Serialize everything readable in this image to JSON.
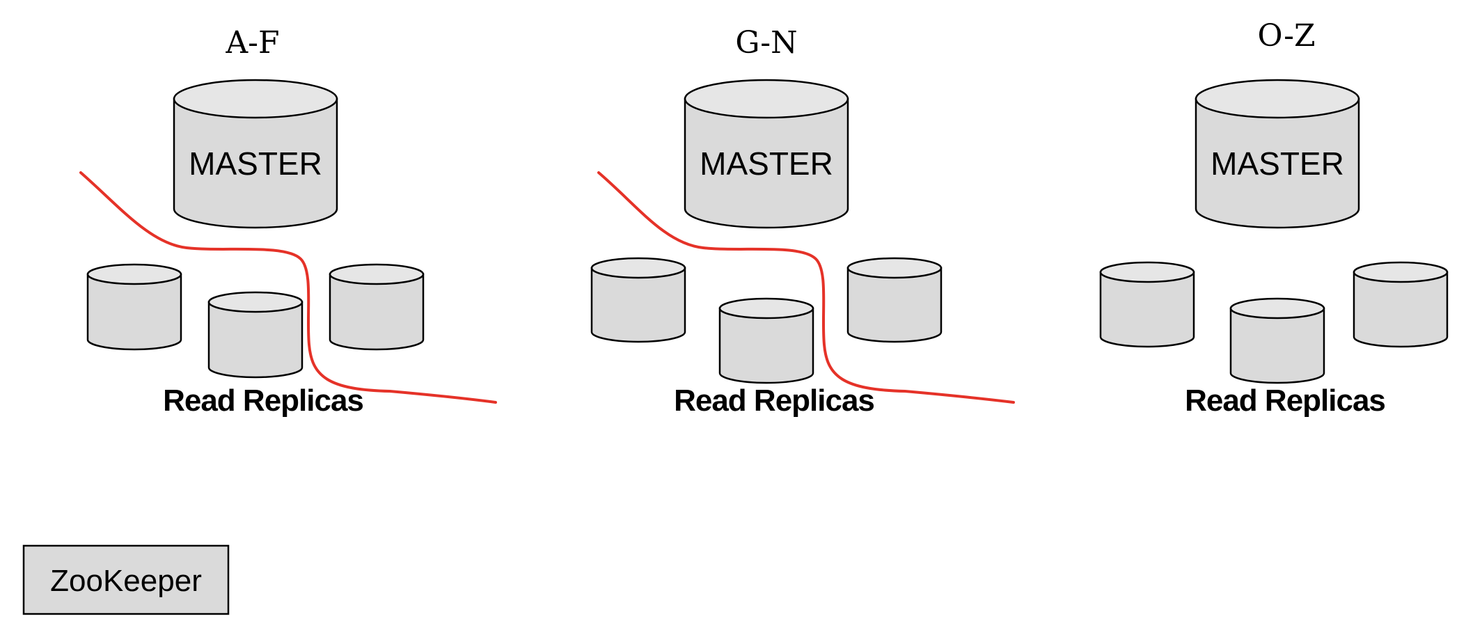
{
  "shards": [
    {
      "range": "A-F",
      "master_label": "MASTER",
      "replicas_label": "Read Replicas",
      "has_split_line": true
    },
    {
      "range": "G-N",
      "master_label": "MASTER",
      "replicas_label": "Read Replicas",
      "has_split_line": true
    },
    {
      "range": "O-Z",
      "master_label": "MASTER",
      "replicas_label": "Read Replicas",
      "has_split_line": false
    }
  ],
  "zookeeper": {
    "label": "ZooKeeper"
  },
  "colors": {
    "cylinder_fill": "#dadada",
    "cylinder_top_fill": "#e6e6e6",
    "outline": "#000000",
    "split_line": "#e53228"
  }
}
